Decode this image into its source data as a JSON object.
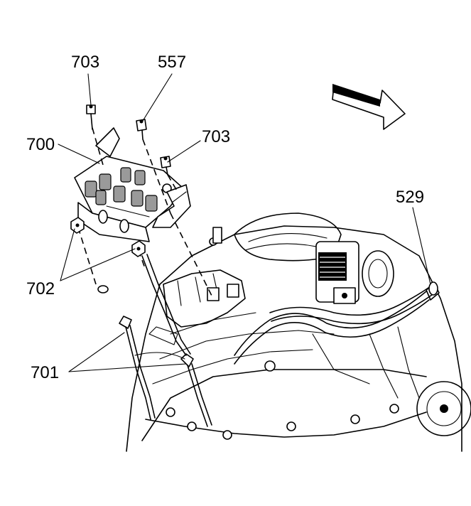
{
  "callouts": {
    "bolt_top_left": "703",
    "bolt_center": "557",
    "bolt_right": "703",
    "ignition_module": "700",
    "mounting_nuts": "702",
    "spark_plug_wires": "701",
    "hose_right": "529"
  },
  "icons": {
    "direction_arrow": "arrow-right-icon"
  }
}
